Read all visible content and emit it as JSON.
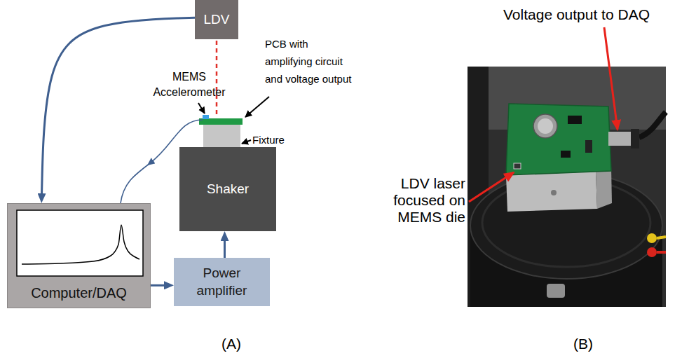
{
  "diagram": {
    "nodes": [
      {
        "text": [
          "LDV"
        ]
      },
      {
        "text": [
          "Shaker"
        ]
      },
      {
        "text": [
          "Computer/DAQ"
        ]
      },
      {
        "text": [
          "Power amplifier"
        ]
      }
    ],
    "edges": [
      {
        "from": 0,
        "to": 2,
        "arrow": "to"
      },
      {
        "from": 2,
        "to": 3,
        "arrow": "to"
      },
      {
        "from": 3,
        "to": 1,
        "arrow": "to"
      }
    ],
    "labels": [
      "MEMS Accelerometer",
      "PCB with amplifying circuit and voltage output",
      "Fixture",
      "Voltage output to DAQ",
      "LDV laser focused on MEMS die",
      "(A)",
      "(B)"
    ]
  }
}
